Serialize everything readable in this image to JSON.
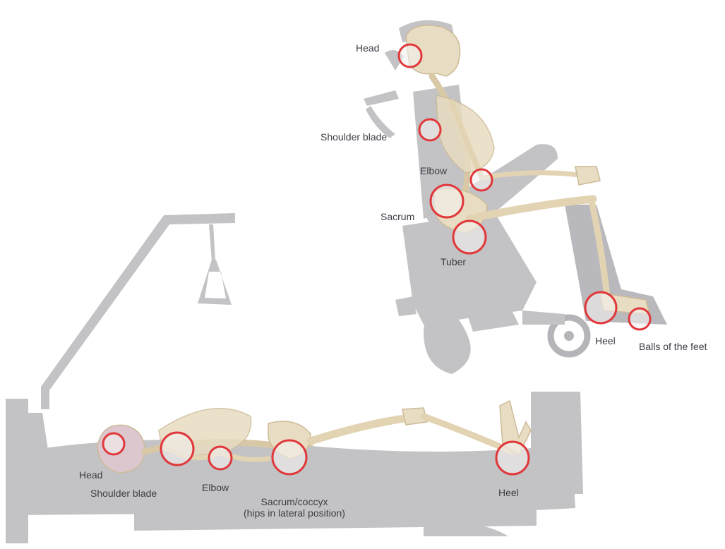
{
  "colors": {
    "silhouette": "#c3c3c6",
    "silhouette_dark": "#aeaeb2",
    "bone": "#e8dcc2",
    "bone_shadow": "#cdbb98",
    "marker": "#e0383b",
    "marker_fill": "#f3f0ee",
    "label": "#3a3d44"
  },
  "wheelchair_figure": {
    "labels": {
      "head": "Head",
      "shoulder_blade": "Shoulder blade",
      "elbow": "Elbow",
      "sacrum": "Sacrum",
      "tuber": "Tuber",
      "heel": "Heel",
      "balls_of_feet": "Balls of the feet"
    }
  },
  "bed_figure": {
    "labels": {
      "head": "Head",
      "shoulder_blade": "Shoulder blade",
      "elbow": "Elbow",
      "sacrum_coccyx": "Sacrum/coccyx",
      "sacrum_coccyx_note": "(hips in lateral position)",
      "heel": "Heel"
    }
  }
}
